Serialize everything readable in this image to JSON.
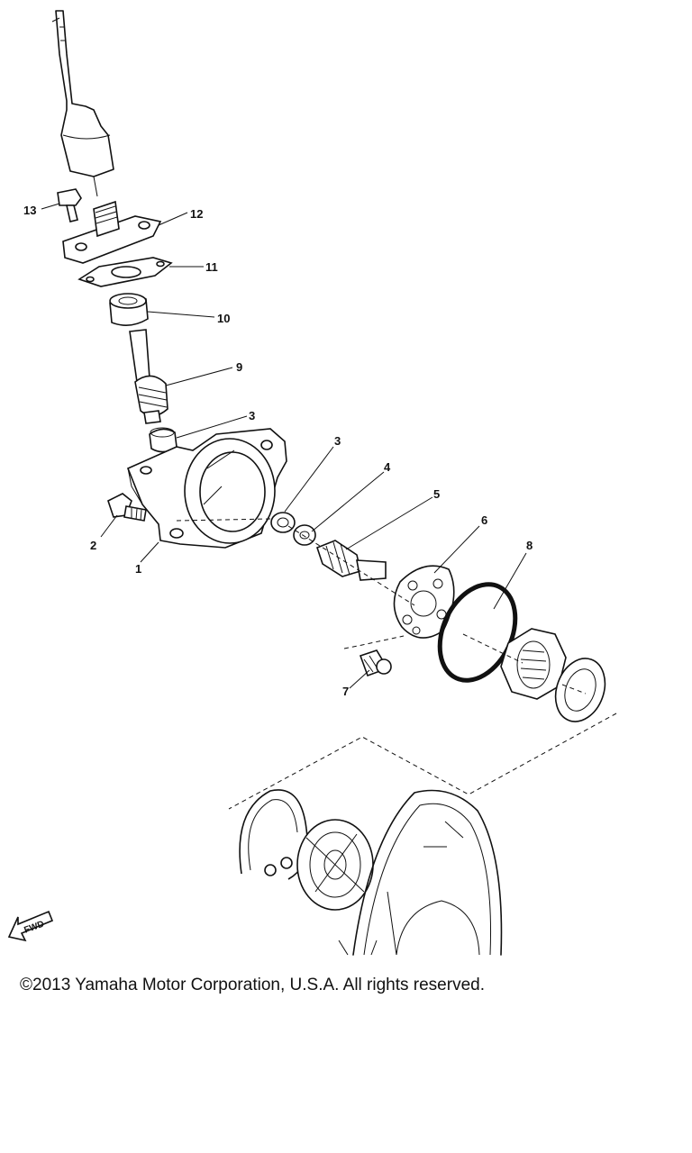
{
  "callouts": [
    {
      "id": "1",
      "label": "1"
    },
    {
      "id": "2",
      "label": "2"
    },
    {
      "id": "3a",
      "label": "3"
    },
    {
      "id": "3b",
      "label": "3"
    },
    {
      "id": "4",
      "label": "4"
    },
    {
      "id": "5",
      "label": "5"
    },
    {
      "id": "6",
      "label": "6"
    },
    {
      "id": "7",
      "label": "7"
    },
    {
      "id": "8",
      "label": "8"
    },
    {
      "id": "9",
      "label": "9"
    },
    {
      "id": "10",
      "label": "10"
    },
    {
      "id": "11",
      "label": "11"
    },
    {
      "id": "12",
      "label": "12"
    },
    {
      "id": "13",
      "label": "13"
    }
  ],
  "fwd_label": "FWD",
  "copyright": "©2013 Yamaha Motor Corporation, U.S.A. All rights reserved."
}
